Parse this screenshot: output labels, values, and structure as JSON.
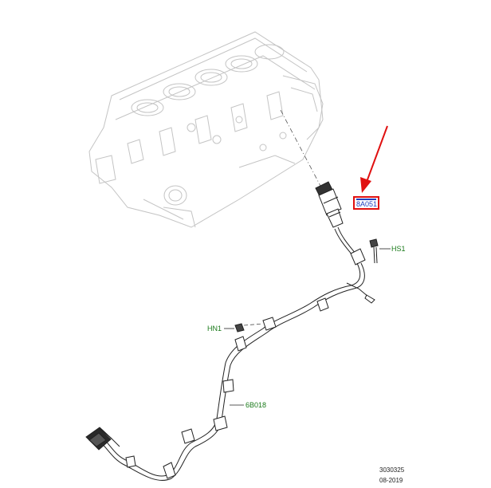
{
  "diagram": {
    "callouts": {
      "part_highlighted": "8A051",
      "hs1": "HS1",
      "hn1": "HN1",
      "harness": "6B018"
    },
    "doc_number": "3030325",
    "doc_date": "08-2019",
    "colors": {
      "highlight_box": "#e01010",
      "arrow": "#e01010",
      "callout_text": "#1a7a1a",
      "part_text": "#1f3fbf",
      "line_art": "#bdbdbd",
      "harness_line": "#222222"
    }
  }
}
